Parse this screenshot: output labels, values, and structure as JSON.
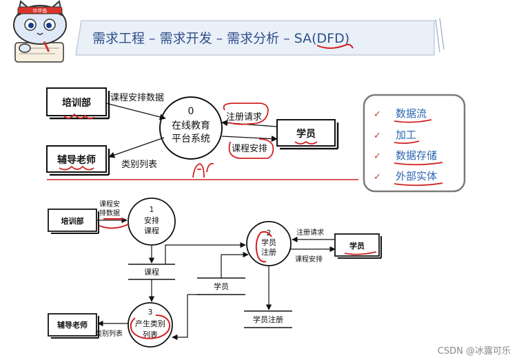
{
  "title": "需求工程 – 需求开发 – 需求分析 – SA(DFD)",
  "mascot": {
    "badge": "中华鱼"
  },
  "context_diagram": {
    "process_number": "0",
    "process_line1": "在线教育",
    "process_line2": "平台系统",
    "entity_training": "培训部",
    "entity_teacher": "辅导老师",
    "entity_student": "学员",
    "flow_course_data": "课程安排数据",
    "flow_category_list": "类别列表",
    "flow_register_request": "注册请求",
    "flow_course_schedule": "课程安排"
  },
  "legend": {
    "items": [
      {
        "check": "✓",
        "label": "数据流"
      },
      {
        "check": "✓",
        "label": "加工"
      },
      {
        "check": "✓",
        "label": "数据存储"
      },
      {
        "check": "✓",
        "label": "外部实体"
      }
    ]
  },
  "level1_diagram": {
    "entity_training": "培训部",
    "entity_teacher": "辅导老师",
    "entity_student": "学员",
    "p1_number": "1",
    "p1_line1": "安排",
    "p1_line2": "课程",
    "p2_number": "2",
    "p2_line1": "学员",
    "p2_line2": "注册",
    "p3_number": "3",
    "p3_line1": "产生类别",
    "p3_line2": "列表",
    "store_course": "课程",
    "store_student": "学员",
    "store_registration": "学员注册",
    "flow_course_data_line1": "课程安",
    "flow_course_data_line2": "排数据",
    "flow_register_request": "注册请求",
    "flow_course_schedule": "课程安排",
    "flow_category_list": "类别列表"
  },
  "watermark": "CSDN @冰露可乐"
}
